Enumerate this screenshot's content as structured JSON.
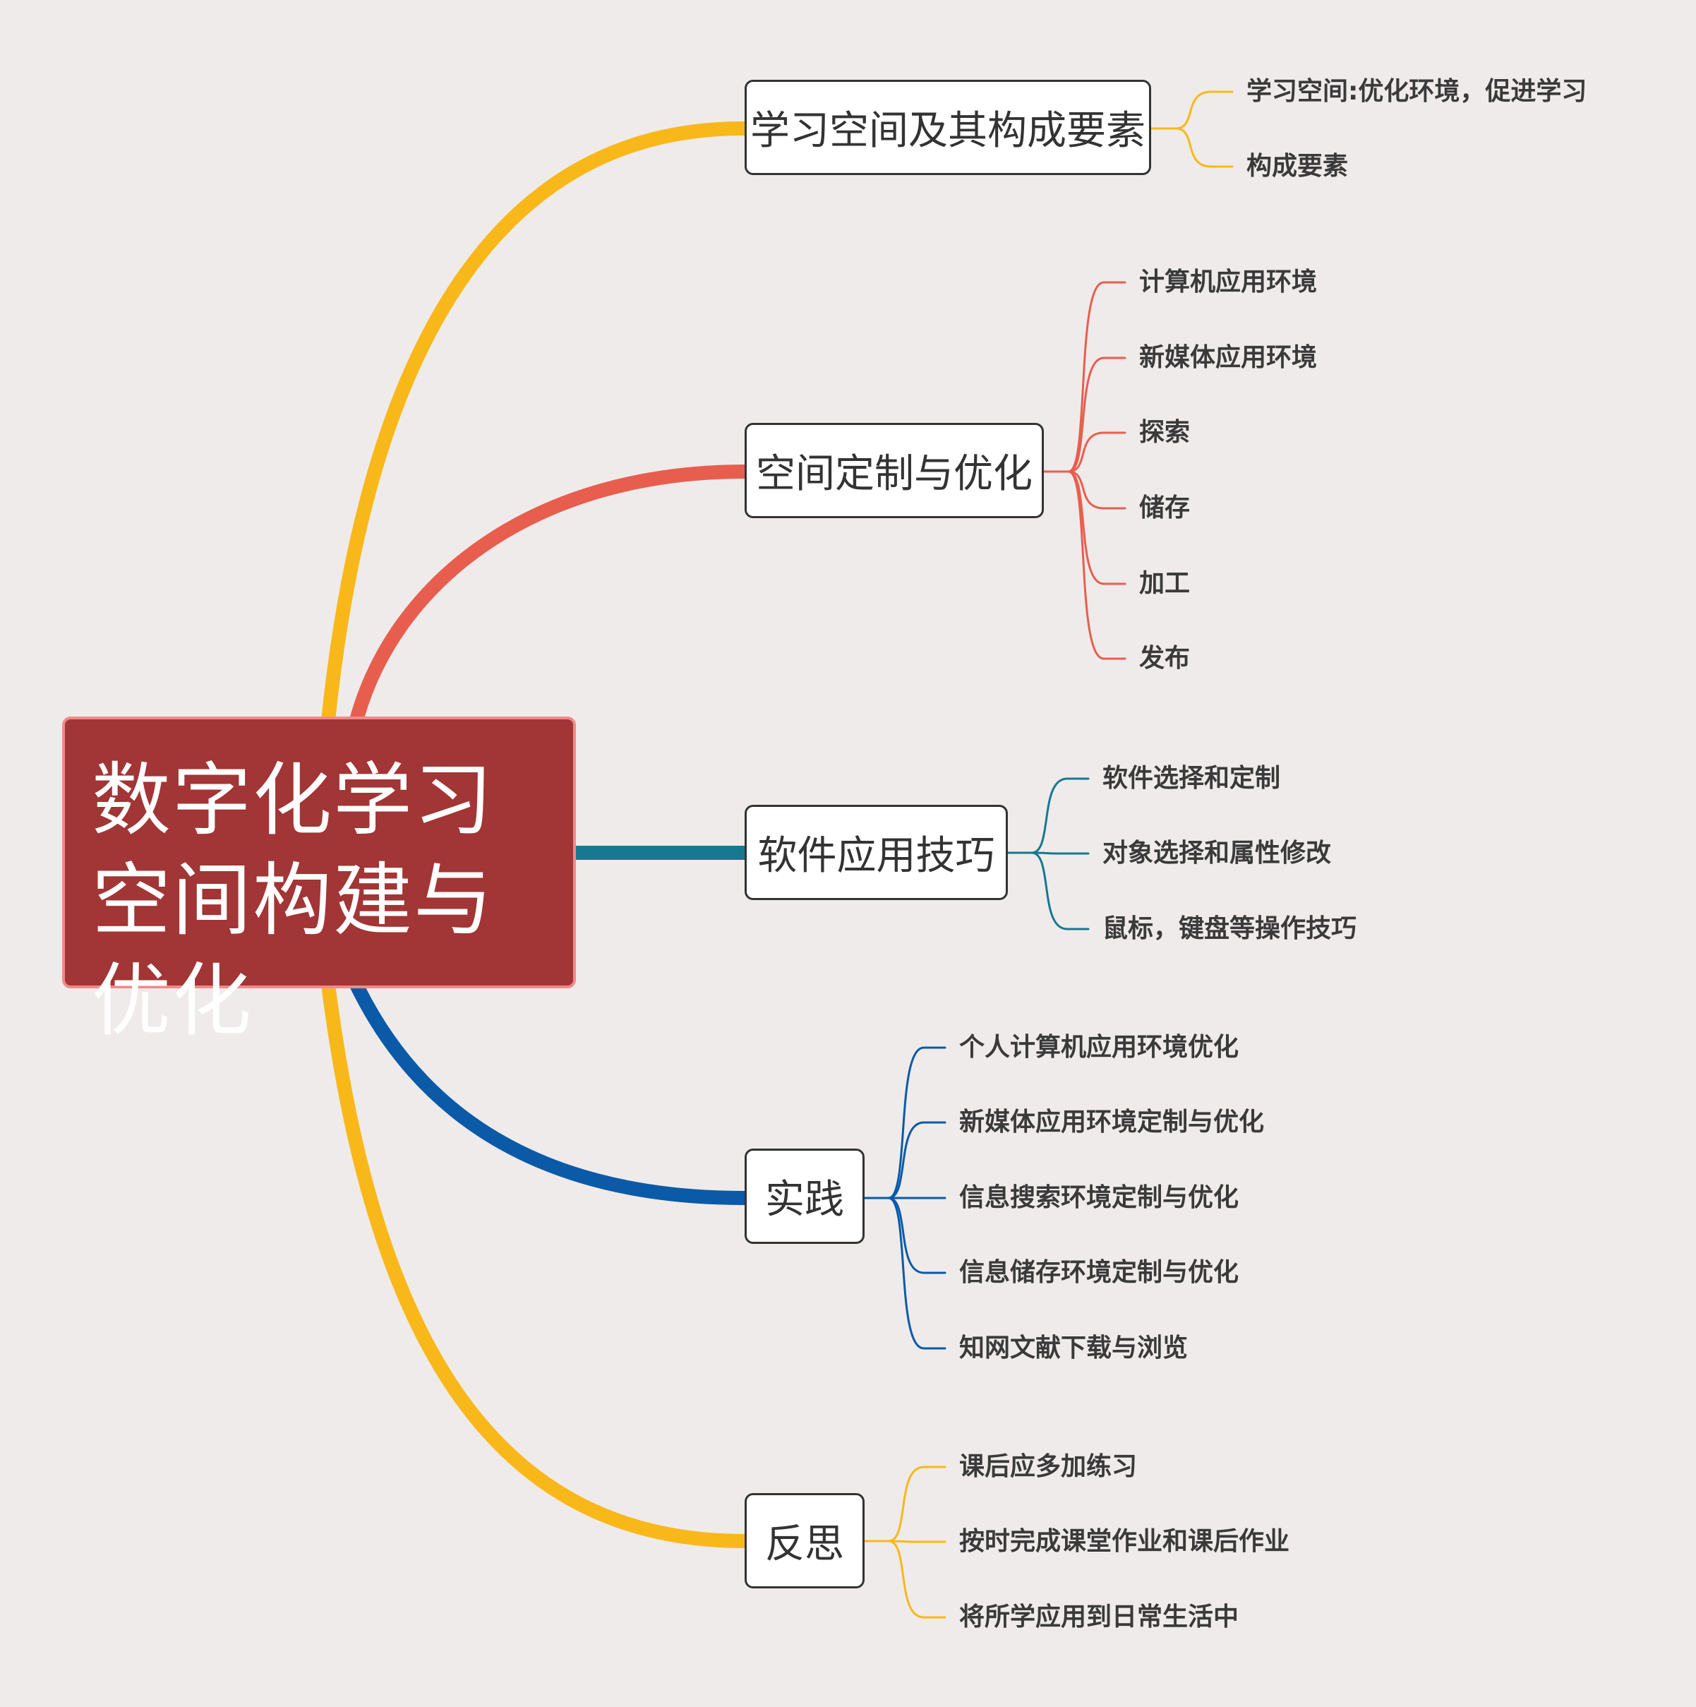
{
  "root": {
    "title": "数字化学习空间构建与优化"
  },
  "colors": {
    "background": "#efebea",
    "root_fill": "#a23535",
    "root_border": "#f08a8a",
    "yellow": "#f9b81a",
    "red": "#e85e4e",
    "teal": "#17788f",
    "blue": "#0a5aa8"
  },
  "branches": [
    {
      "label": "学习空间及其构成要素",
      "color": "#f9b81a",
      "children": [
        "学习空间:优化环境，促进学习",
        "构成要素"
      ]
    },
    {
      "label": "空间定制与优化",
      "color": "#e85e4e",
      "children": [
        "计算机应用环境",
        "新媒体应用环境",
        "探索",
        "储存",
        "加工",
        "发布"
      ]
    },
    {
      "label": "软件应用技巧",
      "color": "#17788f",
      "children": [
        "软件选择和定制",
        "对象选择和属性修改",
        "鼠标，键盘等操作技巧"
      ]
    },
    {
      "label": "实践",
      "color": "#0a5aa8",
      "children": [
        "个人计算机应用环境优化",
        "新媒体应用环境定制与优化",
        "信息搜索环境定制与优化",
        "信息储存环境定制与优化",
        "知网文献下载与浏览"
      ]
    },
    {
      "label": "反思",
      "color": "#f9b81a",
      "children": [
        "课后应多加练习",
        "按时完成课堂作业和课后作业",
        "将所学应用到日常生活中"
      ]
    }
  ]
}
